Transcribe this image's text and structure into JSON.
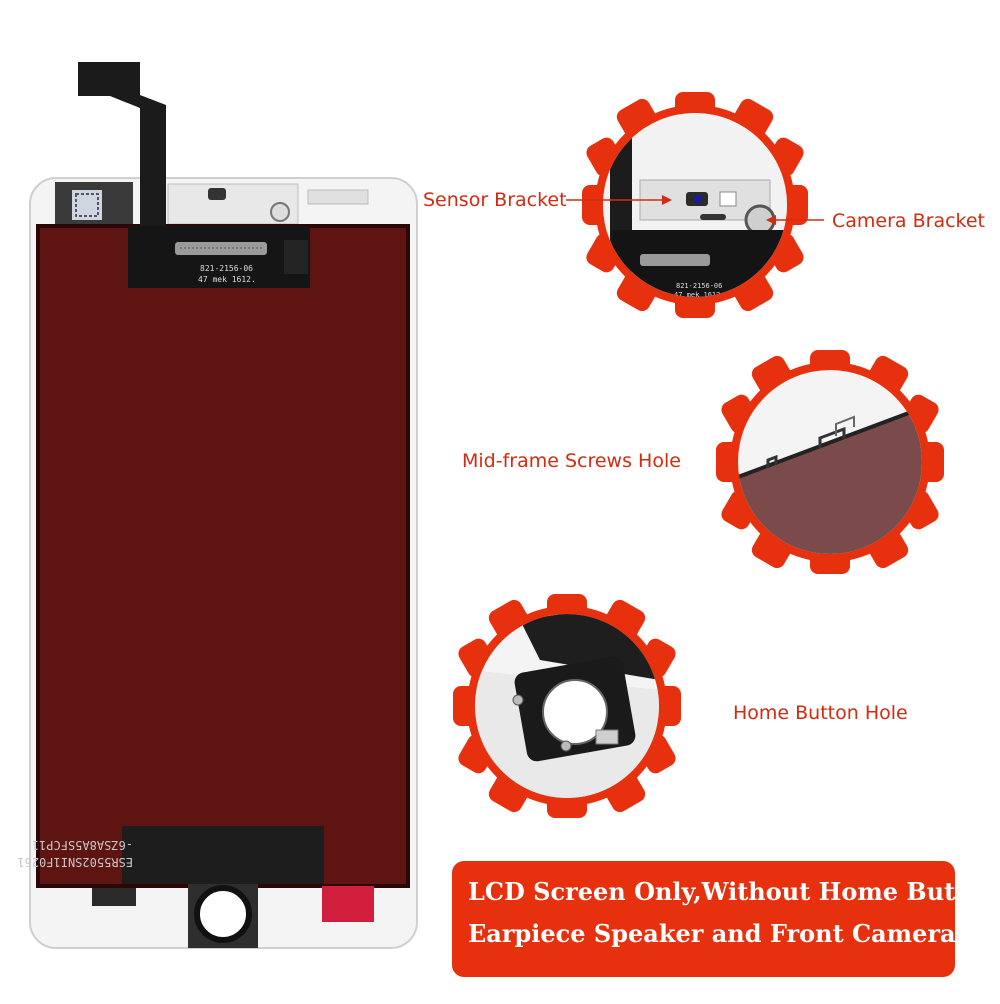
{
  "labels": {
    "sensor_bracket": "Sensor Bracket",
    "camera_bracket": "Camera Bracket",
    "midframe_screws_hole": "Mid-frame Screws Hole",
    "home_button_hole": "Home Button Hole"
  },
  "banner": {
    "line1": "LCD Screen Only,Without Home Button",
    "line2": "Earpiece Speaker and Front Camera"
  },
  "screen_prints": {
    "flex_part_number": "821-2156-06",
    "flex_date_code": "47 mek 1612.",
    "bottom_label_line1": "ESR5502SNI1F0261",
    "bottom_label_line2": "-6ZSA8A5SFCP11"
  },
  "colors": {
    "accent_red": "#e6300e",
    "callout_text": "#d42a10",
    "lcd_panel": "#5e1411",
    "frame_white": "#f4f4f4"
  }
}
